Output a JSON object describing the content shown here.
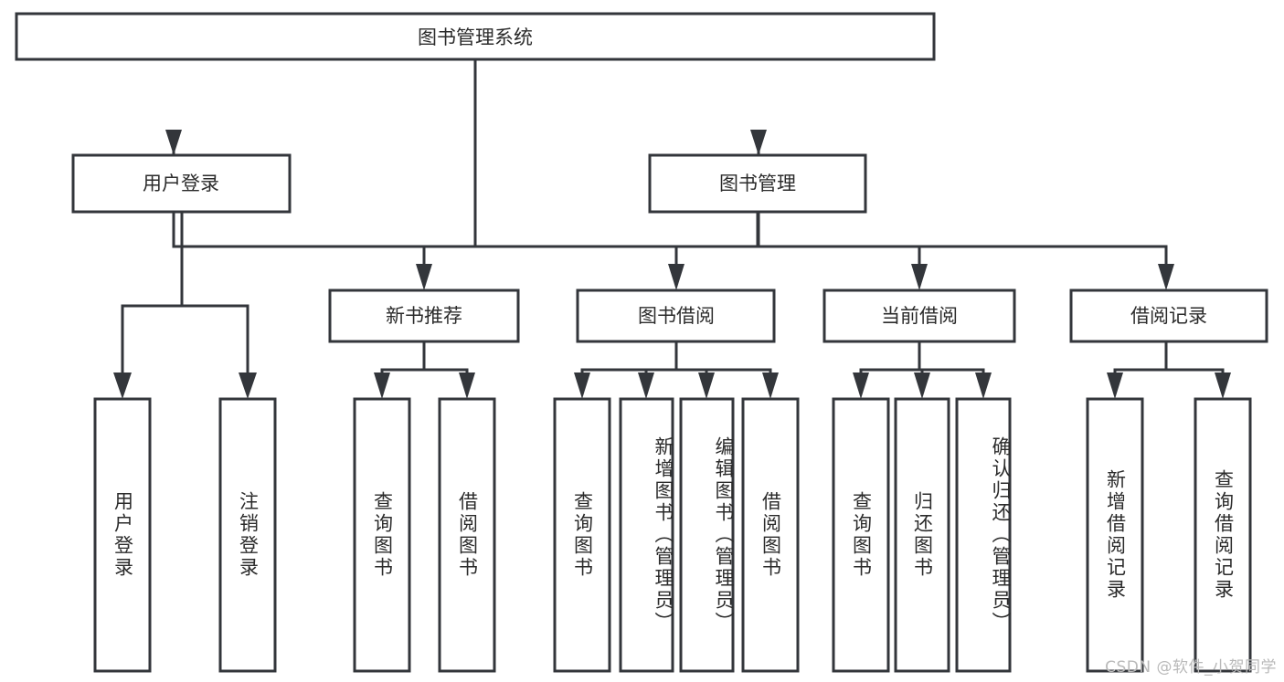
{
  "diagram": {
    "title": "图书管理系统",
    "type": "hierarchy-tree",
    "watermark": "CSDN @软件_小贺同学",
    "colors": {
      "stroke": "#33363b",
      "fill": "#ffffff",
      "text": "#2b2b2b",
      "watermark": "#b9b9b9",
      "background": "#ffffff"
    },
    "levels": {
      "root": {
        "label": "图书管理系统"
      },
      "level2": [
        {
          "label": "用户登录"
        },
        {
          "label": "图书管理"
        }
      ],
      "level3": [
        {
          "label": "新书推荐"
        },
        {
          "label": "图书借阅"
        },
        {
          "label": "当前借阅"
        },
        {
          "label": "借阅记录"
        }
      ],
      "leaves": [
        {
          "label": "用户登录",
          "parent": "用户登录"
        },
        {
          "label": "注销登录",
          "parent": "用户登录"
        },
        {
          "label": "查询图书",
          "parent": "新书推荐"
        },
        {
          "label": "借阅图书",
          "parent": "新书推荐"
        },
        {
          "label": "查询图书",
          "parent": "图书借阅"
        },
        {
          "label": "新增图书（管理员）",
          "parent": "图书借阅"
        },
        {
          "label": "编辑图书（管理员）",
          "parent": "图书借阅"
        },
        {
          "label": "借阅图书",
          "parent": "图书借阅"
        },
        {
          "label": "查询图书",
          "parent": "当前借阅"
        },
        {
          "label": "归还图书",
          "parent": "当前借阅"
        },
        {
          "label": "确认归还（管理员）",
          "parent": "当前借阅"
        },
        {
          "label": "新增借阅记录",
          "parent": "借阅记录"
        },
        {
          "label": "查询借阅记录",
          "parent": "借阅记录"
        }
      ]
    }
  }
}
